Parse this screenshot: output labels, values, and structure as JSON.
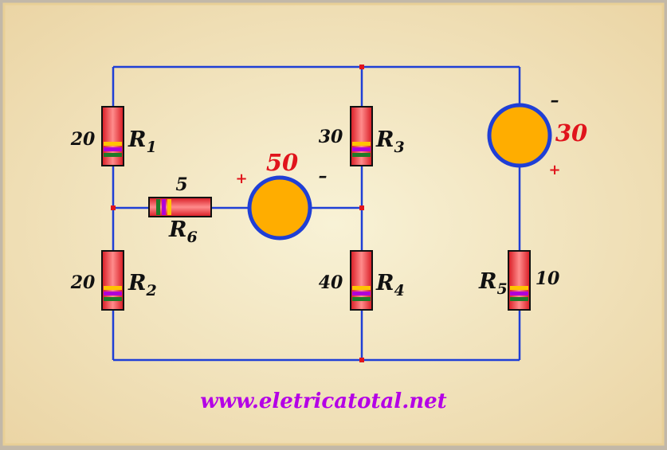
{
  "colors": {
    "wire": "#1f3fd6",
    "node": "#e0141c",
    "source_fill": "#ffad00",
    "source_ring": "#1f3fd6",
    "voltage_label": "#e0141c",
    "text": "#111111",
    "website": "#b400e6",
    "background_light": "#f7f0d2",
    "background_dark": "#ecd6a8"
  },
  "resistors": {
    "r1": {
      "name": "R",
      "sub": "1",
      "value": "20"
    },
    "r2": {
      "name": "R",
      "sub": "2",
      "value": "20"
    },
    "r3": {
      "name": "R",
      "sub": "3",
      "value": "30"
    },
    "r4": {
      "name": "R",
      "sub": "4",
      "value": "40"
    },
    "r5": {
      "name": "R",
      "sub": "5",
      "value": "10"
    },
    "r6": {
      "name": "R",
      "sub": "6",
      "value": "5"
    }
  },
  "sources": {
    "v50": {
      "value": "50",
      "plus": "+",
      "minus": "–"
    },
    "v30": {
      "value": "30",
      "plus": "+",
      "minus": "–"
    }
  },
  "website": "www.eletricatotal.net"
}
